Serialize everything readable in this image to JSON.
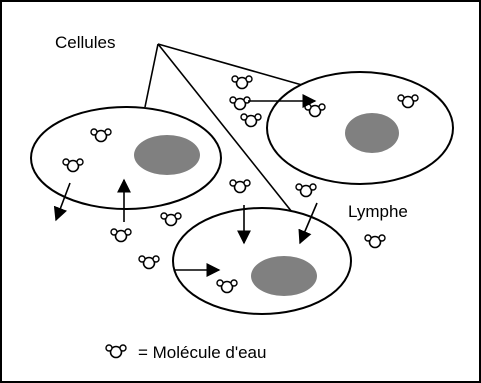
{
  "labels": {
    "cells": "Cellules",
    "lymph": "Lymphe",
    "legend_text": "= Molécule d'eau"
  },
  "legend_icon": "water-molecule-icon",
  "colors": {
    "nucleus": "#808080",
    "stroke": "#000000",
    "background": "#ffffff"
  }
}
